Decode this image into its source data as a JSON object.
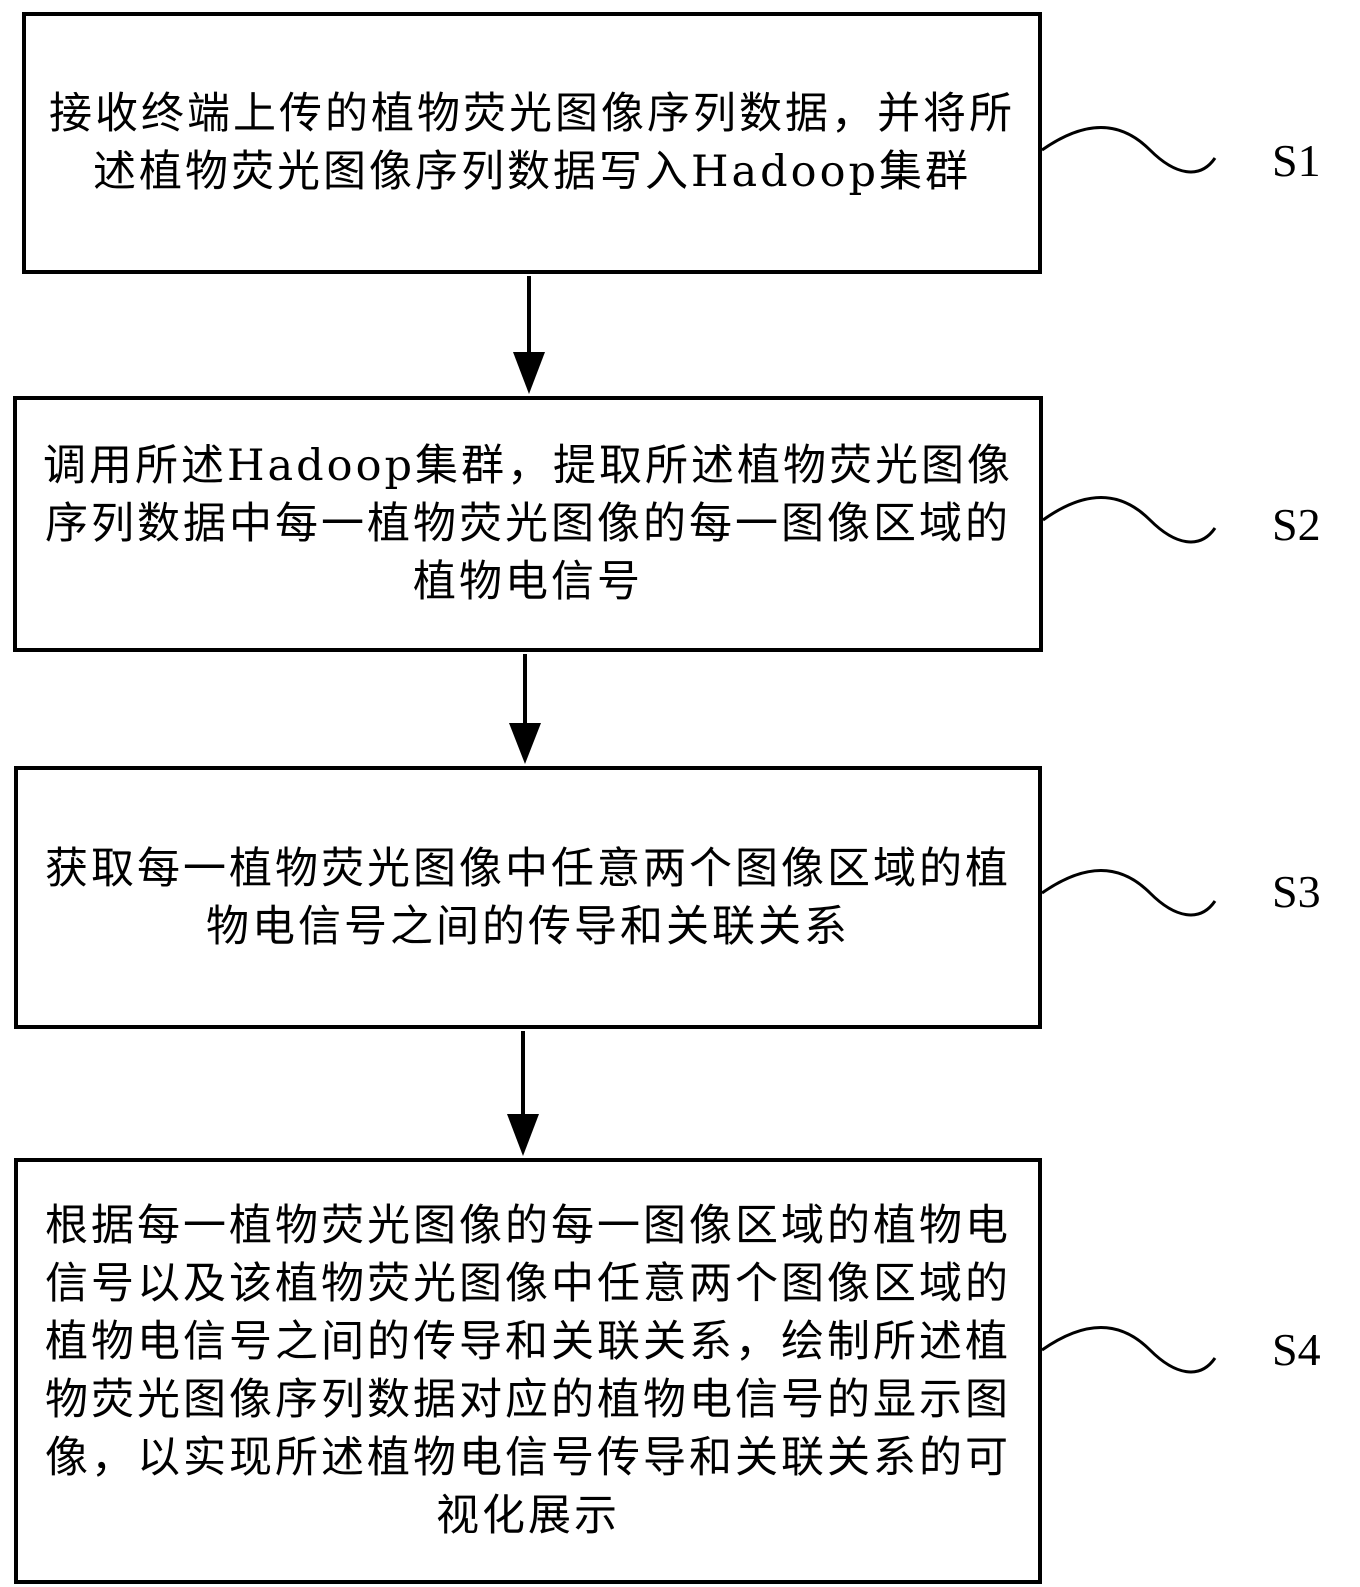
{
  "steps": [
    {
      "id": "S1",
      "label": "S1",
      "text": "接收终端上传的植物荧光图像序列数据，并将所述植物荧光图像序列数据写入Hadoop集群"
    },
    {
      "id": "S2",
      "label": "S2",
      "text": "调用所述Hadoop集群，提取所述植物荧光图像序列数据中每一植物荧光图像的每一图像区域的植物电信号"
    },
    {
      "id": "S3",
      "label": "S3",
      "text": "获取每一植物荧光图像中任意两个图像区域的植物电信号之间的传导和关联关系"
    },
    {
      "id": "S4",
      "label": "S4",
      "text": "根据每一植物荧光图像的每一图像区域的植物电信号以及该植物荧光图像中任意两个图像区域的植物电信号之间的传导和关联关系，绘制所述植物荧光图像序列数据对应的植物电信号的显示图像，以实现所述植物电信号传导和关联关系的可视化展示"
    }
  ]
}
